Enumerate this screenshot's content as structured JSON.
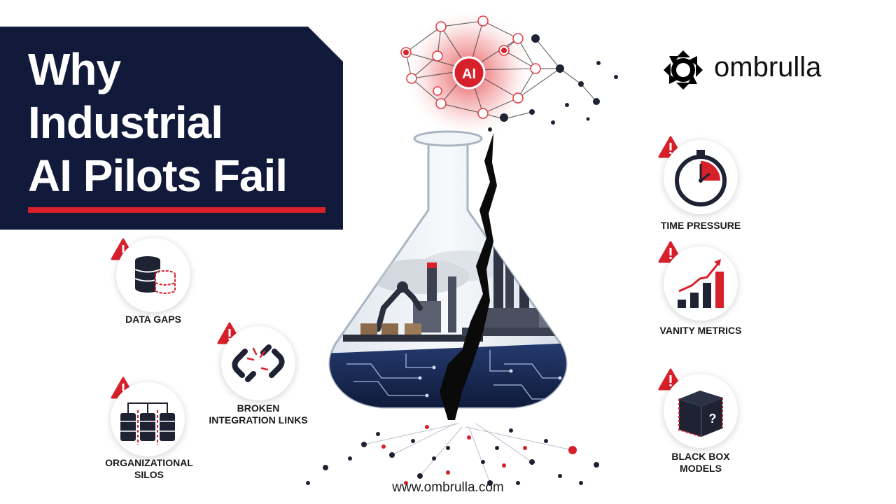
{
  "title": {
    "line1": "Why",
    "line2": "Industrial",
    "line3": "AI Pilots Fail"
  },
  "brand": {
    "name": "ombrulla",
    "url": "www.ombrulla.com"
  },
  "center": {
    "badge": "AI"
  },
  "factors": {
    "data_gaps": "DATA GAPS",
    "broken_links_1": "BROKEN",
    "broken_links_2": "INTEGRATION LINKS",
    "org_silos_1": "ORGANIZATIONAL",
    "org_silos_2": "SILOS",
    "time_pressure": "TIME PRESSURE",
    "vanity_metrics": "VANITY METRICS",
    "black_box_1": "BLACK BOX",
    "black_box_2": "MODELS",
    "black_box_mark": "?"
  },
  "colors": {
    "navy": "#111a3a",
    "red": "#d8202b",
    "dark": "#1e2233",
    "white": "#ffffff"
  },
  "icons": [
    "warning-icon",
    "database-icon",
    "broken-link-icon",
    "silo-tanks-icon",
    "stopwatch-icon",
    "bar-chart-icon",
    "black-box-icon",
    "ai-network-icon",
    "flask-icon"
  ]
}
